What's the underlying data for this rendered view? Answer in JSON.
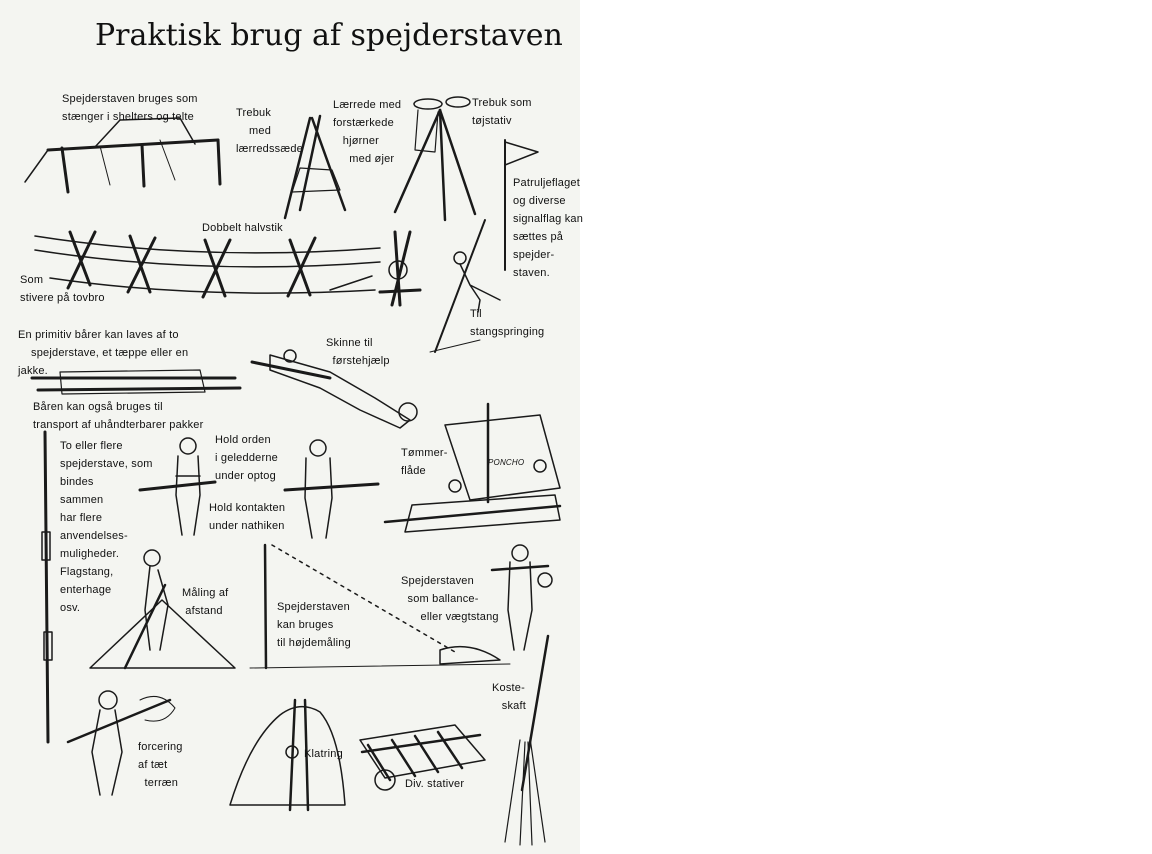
{
  "title": "Praktisk brug af spejderstaven",
  "labels": {
    "shelter": "Spejderstaven bruges som\nstænger i shelters og telte",
    "trebuk_saede": "Trebuk\n    med\nlærredssæde",
    "laerrede": "Lærrede med\nforstærkede\n   hjørner\n     med øjer",
    "trebuk_toej": "Trebuk som\ntøjstativ",
    "patrulje": "Patruljeflaget\nog diverse\nsignalflag kan\nsættes på\nspejder-\nstaven.",
    "halvstik": "Dobbelt halvstik",
    "tovbro": "Som\nstivere på tovbro",
    "stang": "Til\nstangspringing",
    "baarer": "En primitiv bårer kan laves af to\n    spejderstave, et tæppe eller en\njakke.",
    "skinne": "Skinne til\n  førstehjælp",
    "baaren": "Båren kan også bruges til\ntransport af uhåndterbarer pakker",
    "flere": "To eller flere\nspejderstave, som\nbindes\nsammen\nhar flere\nanvendelses-\nmuligheder.\nFlagstang,\nenterhage\nosv.",
    "orden": "Hold orden\ni geledderne\nunder optog",
    "kontakt": "Hold kontakten\nunder nathiken",
    "toemmer": "Tømmer-\nflåde",
    "maaling": "Måling af\n afstand",
    "hoejde": "Spejderstaven\nkan bruges\ntil højdemåling",
    "ballance": "Spejderstaven\n  som ballance-\n      eller vægtstang",
    "koste": "Koste-\n   skaft",
    "forcering": "forcering\naf tæt\n  terræn",
    "klatring": "Klatring",
    "stativer": "Div. stativer",
    "poncho": "PONCHO"
  }
}
